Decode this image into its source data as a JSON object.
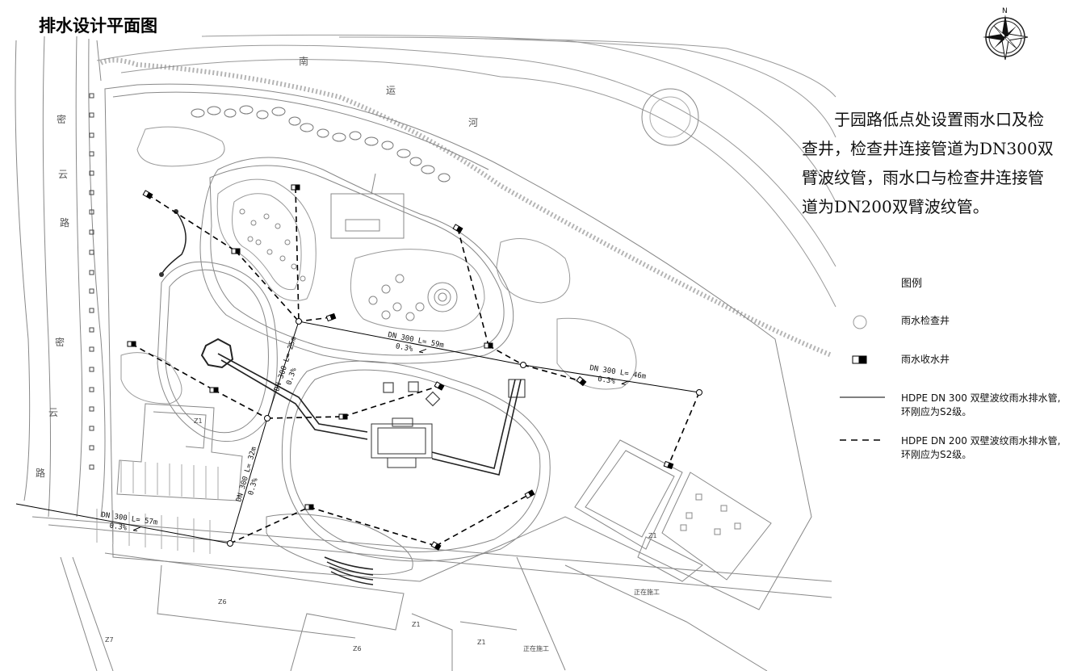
{
  "title": "排水设计平面图",
  "compass_label": "N",
  "note": "于园路低点处设置雨水口及检查井，检查井连接管道为DN300双臂波纹管，雨水口与检查井连接管道为DN200双臂波纹管。",
  "legend": {
    "title": "图例",
    "items": [
      {
        "symbol": "manhole-circle",
        "label": "雨水检查井"
      },
      {
        "symbol": "inlet-square",
        "label": "雨水收水井"
      },
      {
        "symbol": "solid-line",
        "label": "HDPE DN 300 双壁波纹雨水排水管,\n环刚应为S2级。"
      },
      {
        "symbol": "dashed-line",
        "label": "HDPE DN 200 双壁波纹雨水排水管,\n环刚应为S2级。"
      }
    ]
  },
  "map_labels": {
    "river": [
      "南",
      "运",
      "河"
    ],
    "road_left": [
      "密",
      "云",
      "路"
    ],
    "road_left2": [
      "密",
      "云",
      "路"
    ],
    "construction1": "正在施工",
    "construction2": "正在施工",
    "building_z1a": "Z1",
    "building_z1b": "Z1",
    "building_z1c": "Z1",
    "building_z1d": "Z1",
    "building_z6a": "Z6",
    "building_z6b": "Z6",
    "building_z7": "Z7"
  },
  "pipe_labels": [
    {
      "text": "DN 300  L= 59m",
      "slope": "0.3%"
    },
    {
      "text": "DN 300  L= 46m",
      "slope": "0.3%"
    },
    {
      "text": "DN 300  L= 25m",
      "slope": "0.3%"
    },
    {
      "text": "DN 300  L= 32m",
      "slope": "0.3%"
    },
    {
      "text": "DN 300  L= 57m",
      "slope": "0.3%"
    }
  ]
}
